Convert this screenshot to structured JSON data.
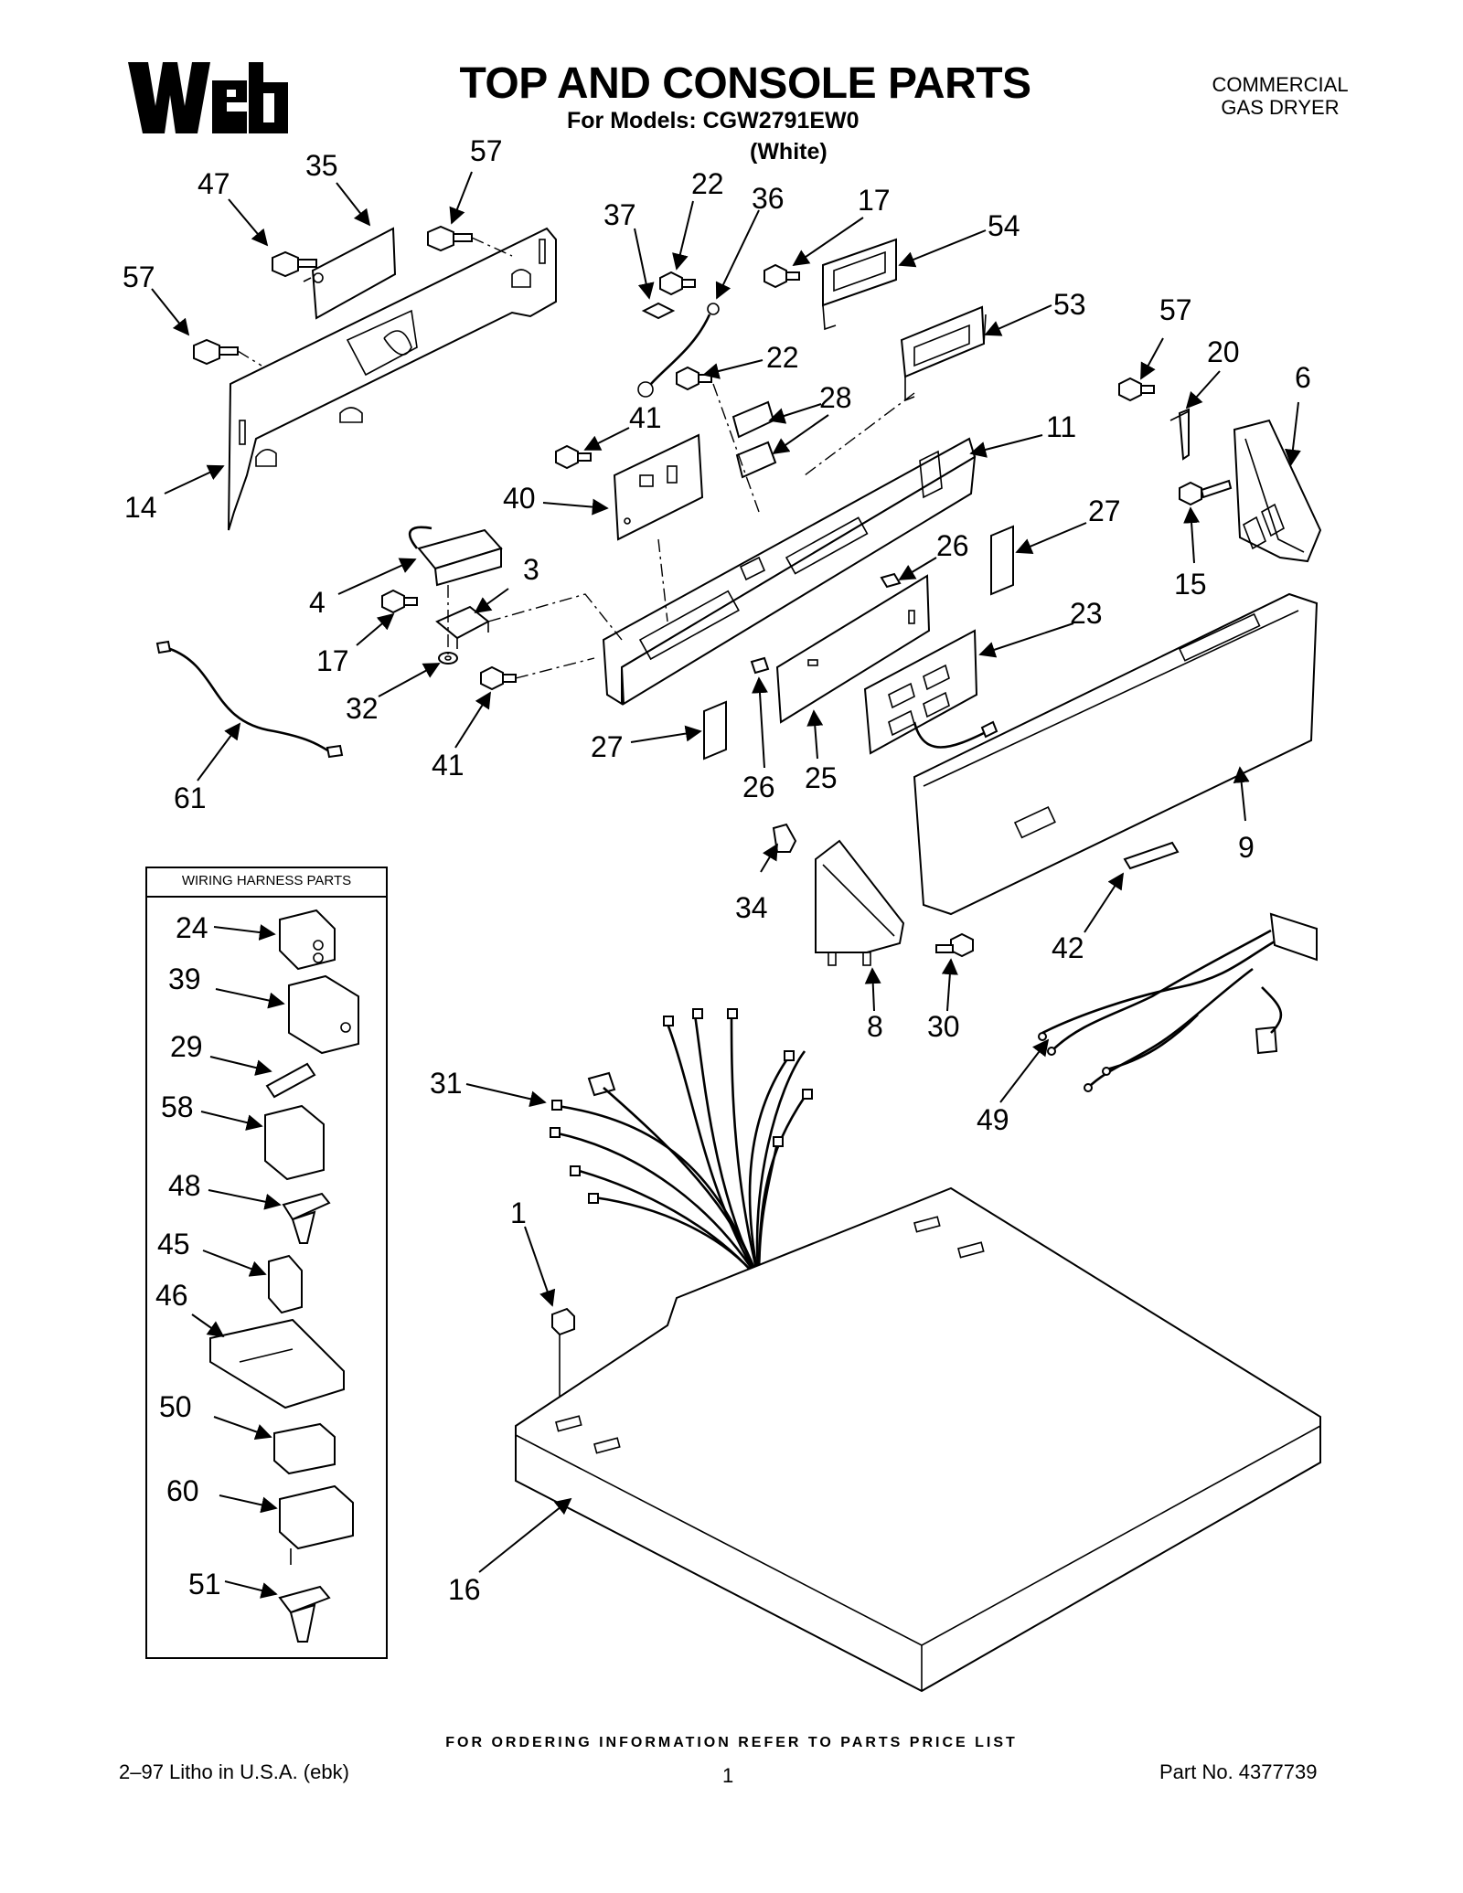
{
  "header": {
    "brand_logo_text": "Web",
    "title": "TOP AND CONSOLE PARTS",
    "models_line": "For Models: CGW2791EW0",
    "color_line": "(White)",
    "product_line1": "COMMERCIAL",
    "product_line2": "GAS DRYER"
  },
  "harness_box": {
    "title": "WIRING HARNESS PARTS"
  },
  "callouts": {
    "c47": "47",
    "c35": "35",
    "c57a": "57",
    "c57b": "57",
    "c14": "14",
    "c37": "37",
    "c22a": "22",
    "c36": "36",
    "c17a": "17",
    "c54": "54",
    "c53": "53",
    "c22b": "22",
    "c28": "28",
    "c41a": "41",
    "c40": "40",
    "c11": "11",
    "c57c": "57",
    "c20": "20",
    "c6": "6",
    "c15": "15",
    "c27a": "27",
    "c26a": "26",
    "c23": "23",
    "c4": "4",
    "c3": "3",
    "c17b": "17",
    "c32": "32",
    "c41b": "41",
    "c61": "61",
    "c27b": "27",
    "c26b": "26",
    "c25": "25",
    "c9": "9",
    "c34": "34",
    "c42": "42",
    "c8": "8",
    "c30": "30",
    "c49": "49",
    "c31": "31",
    "c1": "1",
    "c16": "16",
    "c24": "24",
    "c39": "39",
    "c29": "29",
    "c58": "58",
    "c48": "48",
    "c45": "45",
    "c46": "46",
    "c50": "50",
    "c60": "60",
    "c51": "51"
  },
  "footer": {
    "ordering": "FOR ORDERING INFORMATION REFER TO PARTS PRICE LIST",
    "litho": "2–97 Litho in U.S.A. (ebk)",
    "page": "1",
    "part_no": "Part No. 4377739"
  }
}
